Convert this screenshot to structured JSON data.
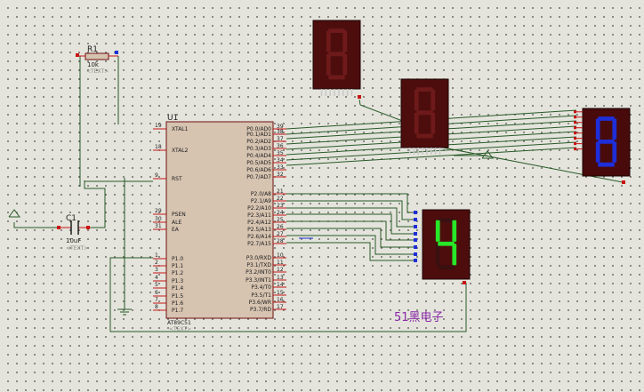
{
  "chip": {
    "ref": "U1",
    "part": "AT89C51",
    "footer": "<TEXT>",
    "left_pins": [
      {
        "num": "19",
        "name": "XTAL1"
      },
      {
        "num": "18",
        "name": "XTAL2"
      },
      {
        "num": "9",
        "name": "RST"
      },
      {
        "num": "29",
        "name": "PSEN"
      },
      {
        "num": "30",
        "name": "ALE"
      },
      {
        "num": "31",
        "name": "EA"
      },
      {
        "num": "1",
        "name": "P1.0"
      },
      {
        "num": "2",
        "name": "P1.1"
      },
      {
        "num": "3",
        "name": "P1.2"
      },
      {
        "num": "4",
        "name": "P1.3"
      },
      {
        "num": "5",
        "name": "P1.4"
      },
      {
        "num": "6",
        "name": "P1.5"
      },
      {
        "num": "7",
        "name": "P1.6"
      },
      {
        "num": "8",
        "name": "P1.7"
      }
    ],
    "right_pins": [
      {
        "num": "39",
        "name": "P0.0/AD0"
      },
      {
        "num": "38",
        "name": "P0.1/AD1"
      },
      {
        "num": "37",
        "name": "P0.2/AD2"
      },
      {
        "num": "36",
        "name": "P0.3/AD3"
      },
      {
        "num": "35",
        "name": "P0.4/AD4"
      },
      {
        "num": "34",
        "name": "P0.5/AD5"
      },
      {
        "num": "33",
        "name": "P0.6/AD6"
      },
      {
        "num": "32",
        "name": "P0.7/AD7"
      },
      {
        "num": "21",
        "name": "P2.0/A8"
      },
      {
        "num": "22",
        "name": "P2.1/A9"
      },
      {
        "num": "23",
        "name": "P2.2/A10"
      },
      {
        "num": "24",
        "name": "P2.3/A11"
      },
      {
        "num": "25",
        "name": "P2.4/A12"
      },
      {
        "num": "26",
        "name": "P2.5/A13"
      },
      {
        "num": "27",
        "name": "P2.6/A14"
      },
      {
        "num": "28",
        "name": "P2.7/A15"
      },
      {
        "num": "10",
        "name": "P3.0/RXD"
      },
      {
        "num": "11",
        "name": "P3.1/TXD"
      },
      {
        "num": "12",
        "name": "P3.2/INT0"
      },
      {
        "num": "13",
        "name": "P3.3/INT1"
      },
      {
        "num": "14",
        "name": "P3.4/T0"
      },
      {
        "num": "15",
        "name": "P3.5/T1"
      },
      {
        "num": "16",
        "name": "P3.6/WR"
      },
      {
        "num": "17",
        "name": "P3.7/RD"
      }
    ]
  },
  "resistor": {
    "ref": "R1",
    "value": "10k",
    "footer": "<TEXT>"
  },
  "capacitor": {
    "ref": "C1",
    "value": "10uF",
    "footer": "<TEXT>"
  },
  "displays": [
    {
      "name": "display-top-left",
      "digit": "8",
      "lit": false
    },
    {
      "name": "display-middle",
      "digit": "8",
      "lit": false
    },
    {
      "name": "display-right-blue",
      "digit": "8",
      "lit": false
    },
    {
      "name": "display-green",
      "digit": "4",
      "lit": true
    }
  ],
  "watermark": "51黑电子",
  "colors": {
    "background": "#e4e4dc",
    "wire": "#285a28",
    "chip_body": "#d6c3b0",
    "chip_border": "#6e1010",
    "pin_red": "#c81414",
    "display_red_bg": "#4d0d0d",
    "display_blue_bg": "#480a0a",
    "segment_blue": "#1e2ed8",
    "segment_green": "#28e628",
    "watermark": "#8a2aa8"
  }
}
